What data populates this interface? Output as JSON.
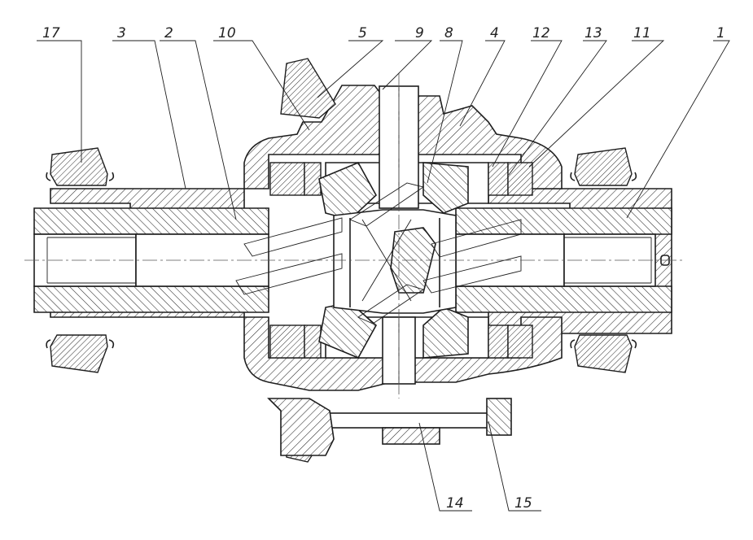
{
  "callouts": [
    {
      "id": "17",
      "label": "17"
    },
    {
      "id": "3",
      "label": "3"
    },
    {
      "id": "2",
      "label": "2"
    },
    {
      "id": "10",
      "label": "10"
    },
    {
      "id": "5",
      "label": "5"
    },
    {
      "id": "9",
      "label": "9"
    },
    {
      "id": "8",
      "label": "8"
    },
    {
      "id": "4",
      "label": "4"
    },
    {
      "id": "12",
      "label": "12"
    },
    {
      "id": "13",
      "label": "13"
    },
    {
      "id": "11",
      "label": "11"
    },
    {
      "id": "1",
      "label": "1"
    },
    {
      "id": "14",
      "label": "14"
    },
    {
      "id": "15",
      "label": "15"
    }
  ]
}
